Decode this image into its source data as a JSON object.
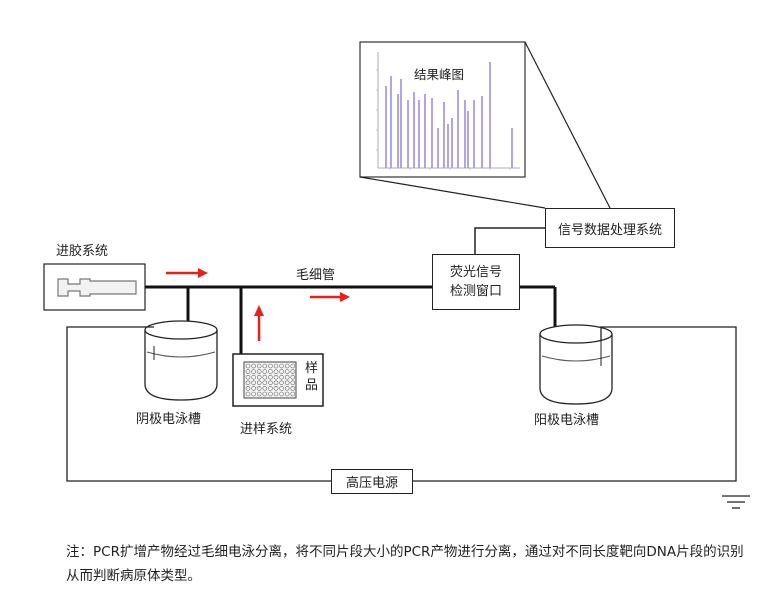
{
  "labels": {
    "gel_injection": "进胶系统",
    "capillary": "毛细管",
    "cathode_tank": "阴极电泳槽",
    "sampling_system": "进样系统",
    "sample": "样品",
    "fluorescence_window": "荧光信号检测窗口",
    "signal_processing": "信号数据处理系统",
    "anode_tank": "阳极电泳槽",
    "power_supply": "高压电源",
    "result_chart": "结果峰图"
  },
  "note": "注：PCR扩增产物经过毛细电泳分离，将不同片段大小的PCR产物进行分离，通过对不同长度靶向DNA片段的识别从而判断病原体类型。",
  "colors": {
    "arrow": "#e8201c",
    "peak": "#9a8fe0",
    "line": "#111111"
  }
}
